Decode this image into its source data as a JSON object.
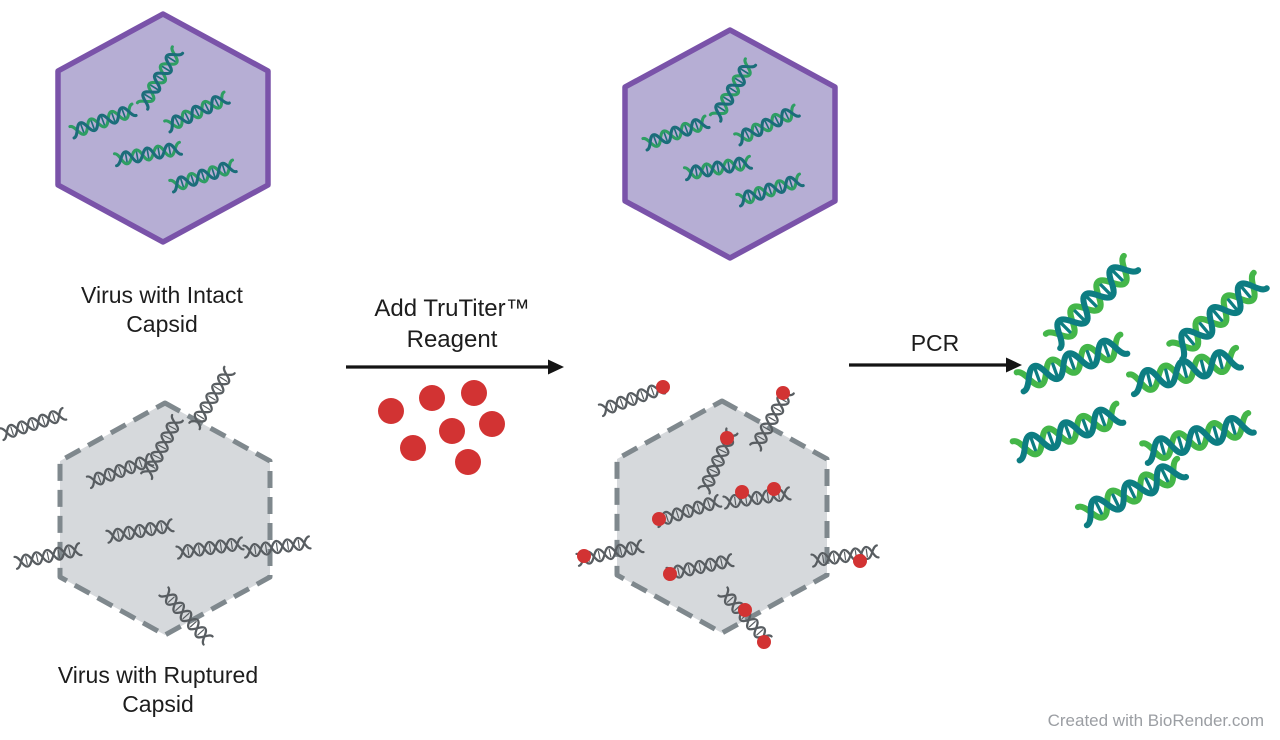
{
  "diagram": {
    "left_top_label": "Virus with Intact\nCapsid",
    "left_bottom_label": "Virus with Ruptured\nCapsid",
    "step1_arrow_label": "Add TruTiter™\nReagent",
    "step2_arrow_label": "PCR",
    "watermark": "Created with BioRender.com"
  },
  "icons": {
    "capsid_intact": "hexagon-solid",
    "capsid_ruptured": "hexagon-dashed",
    "dna": "double-helix-icon",
    "reagent": "red-dot-icon"
  },
  "colors": {
    "background": "#ffffff",
    "intact_fill": "#b6aed4",
    "intact_stroke": "#7a53a9",
    "ruptured_fill": "#d6d9dc",
    "ruptured_stroke": "#7f888d",
    "dna_green_a": "#2e9e63",
    "dna_green_b": "#1b6d7a",
    "dna_gray": "#585d61",
    "dna_big_a": "#44b649",
    "dna_big_b": "#0d7d82",
    "reagent_red": "#d23333",
    "arrow": "#141414",
    "text": "#1d1d1d",
    "watermark": "#9b9ea3"
  }
}
